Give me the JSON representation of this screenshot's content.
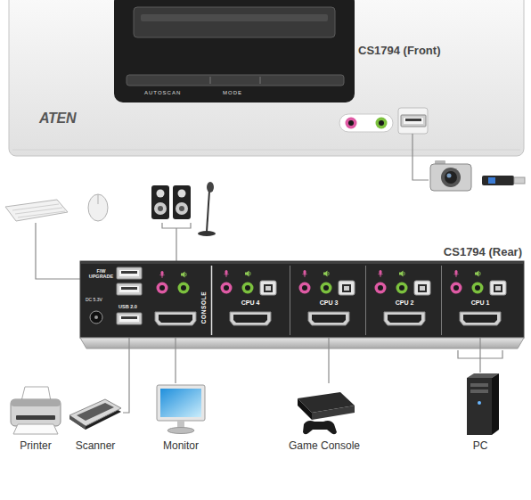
{
  "diagram": {
    "nodes": [
      {
        "text": [
          "CS1794 (Front)"
        ]
      },
      {
        "text": [
          "CS1794 (Rear)"
        ]
      },
      {
        "text": [
          "CONSOLE"
        ],
        "in": 1
      },
      {
        "text": [
          "CPU 4"
        ],
        "in": 1
      },
      {
        "text": [
          "CPU 3"
        ],
        "in": 1
      },
      {
        "text": [
          "CPU 2"
        ],
        "in": 1
      },
      {
        "text": [
          "CPU 1"
        ],
        "in": 1
      },
      {
        "text": [
          "Printer"
        ]
      },
      {
        "text": [
          "Scanner"
        ]
      },
      {
        "text": [
          "Monitor"
        ]
      },
      {
        "text": [
          "Game Console"
        ]
      },
      {
        "text": [
          "PC"
        ]
      }
    ],
    "edges": [
      {
        "from": 2,
        "to": 8,
        "arrow": "none"
      },
      {
        "from": 2,
        "to": 9,
        "arrow": "none"
      },
      {
        "from": 4,
        "to": 10,
        "arrow": "none"
      },
      {
        "from": 6,
        "to": 11,
        "arrow": "none"
      }
    ],
    "labels": [
      "ATEN",
      "AUTOSCAN",
      "MODE",
      "F/W UPGRADE",
      "DC 5.3V",
      "USB 2.0"
    ]
  }
}
